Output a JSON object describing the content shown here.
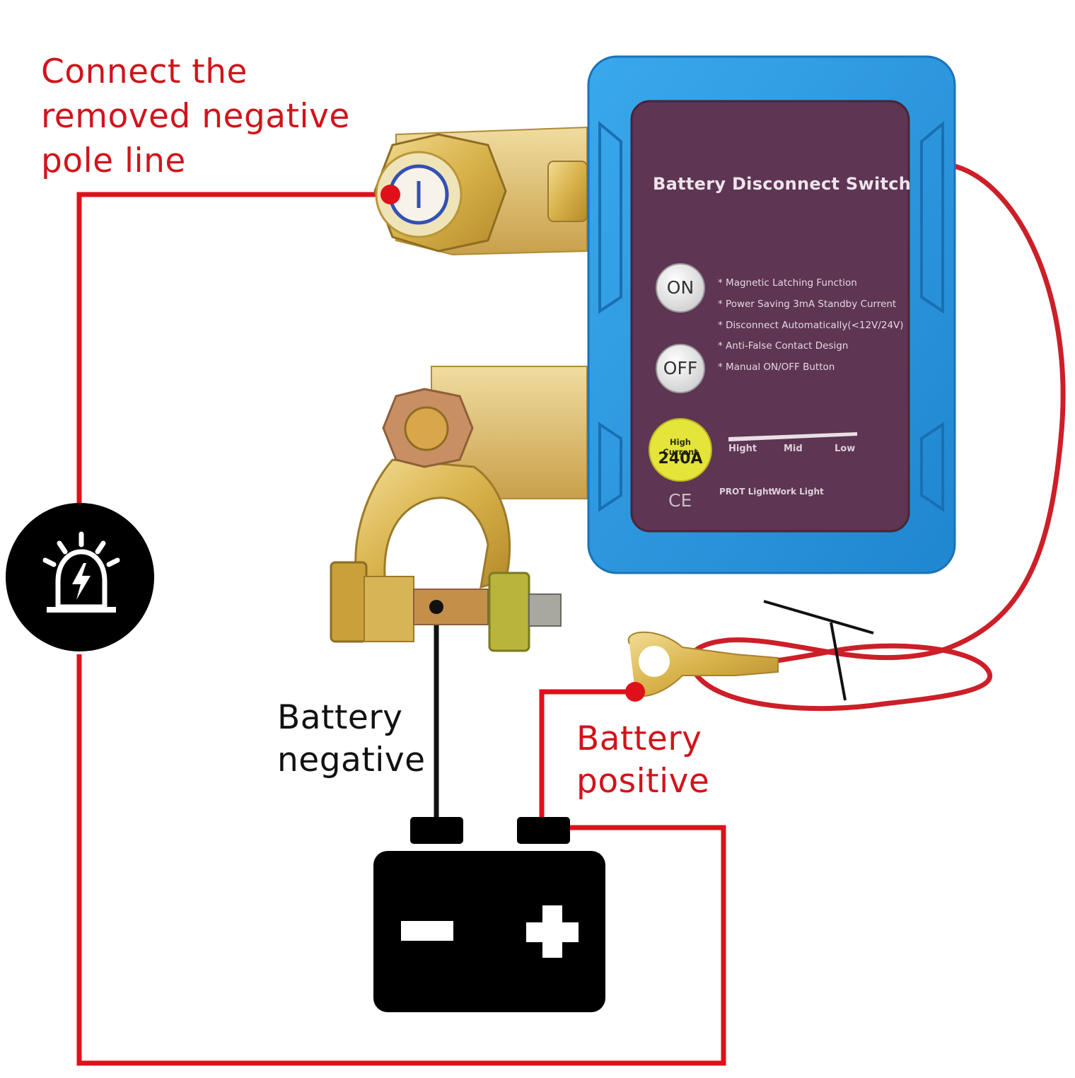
{
  "callouts": {
    "negative_pole": [
      "Connect the",
      "removed negative",
      "pole line"
    ],
    "battery_negative": [
      "Battery",
      "negative"
    ],
    "battery_positive": [
      "Battery",
      "positive"
    ]
  },
  "device": {
    "title": "Battery Disconnect Switch",
    "on_label": "ON",
    "off_label": "OFF",
    "features": [
      "* Magnetic Latching Function",
      "* Power Saving 3mA Standby Current",
      "* Disconnect Automatically(<12V/24V)",
      "* Anti-False Contact Design",
      "* Manual ON/OFF Button"
    ],
    "high_current_label": "High Current",
    "high_current_value": "240A",
    "levels": [
      "Hight",
      "Mid",
      "Low"
    ],
    "prot_light": "PROT Light",
    "work_light": "Work Light",
    "ce_mark": "CE"
  },
  "colors": {
    "wire_red": "#e0101a",
    "wire_black": "#111111",
    "case_blue": "#2f9be0",
    "face_plum": "#5e3552",
    "brass": "#d9b24a",
    "high_current_badge": "#e5e43a"
  },
  "icons": {
    "alarm": "alarm-light-icon",
    "battery": "battery-icon",
    "power": "power-symbol-icon"
  }
}
